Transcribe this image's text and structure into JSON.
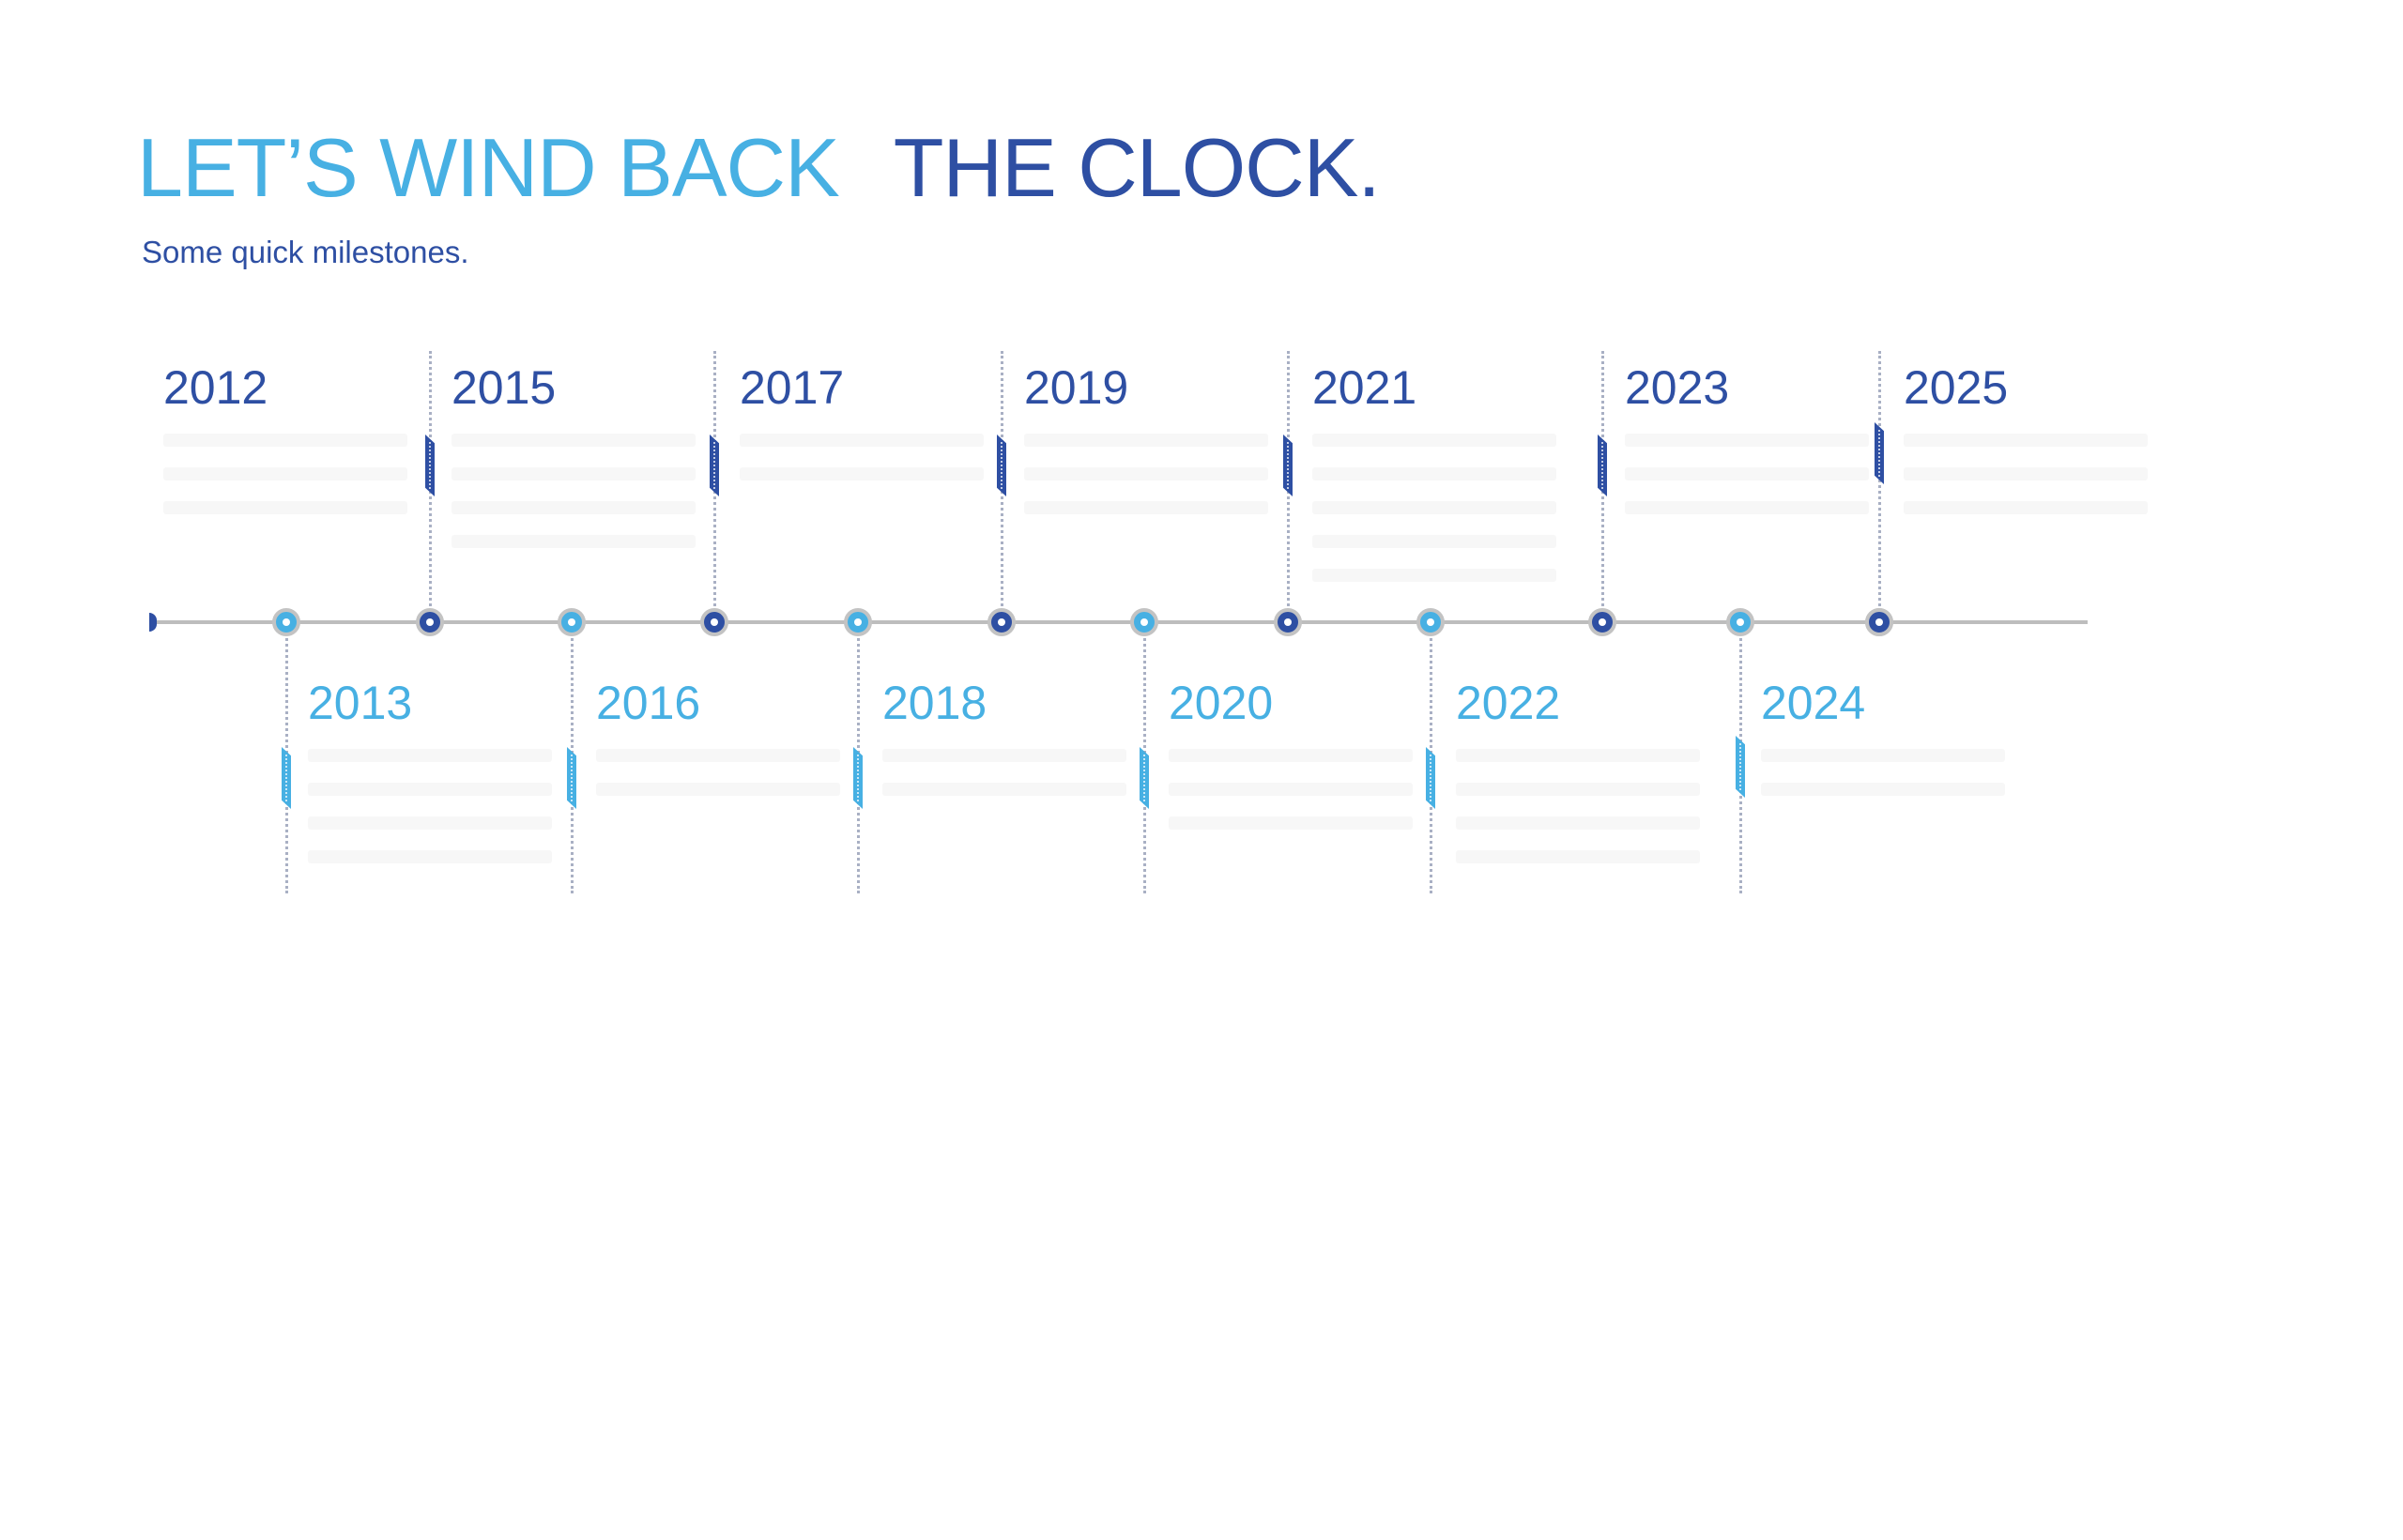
{
  "header": {
    "title_part1": "LET’S WIND BACK",
    "title_part2": "THE CLOCK.",
    "subtitle": "Some quick milestones."
  },
  "colors": {
    "light": "#47b0e3",
    "dark": "#2e4fa3",
    "axis": "#bdbdbd"
  },
  "timeline": {
    "top": [
      {
        "year": "2012",
        "lines": 3
      },
      {
        "year": "2015",
        "lines": 4
      },
      {
        "year": "2017",
        "lines": 2
      },
      {
        "year": "2019",
        "lines": 3
      },
      {
        "year": "2021",
        "lines": 5
      },
      {
        "year": "2023",
        "lines": 3
      },
      {
        "year": "2025",
        "lines": 3
      }
    ],
    "bottom": [
      {
        "year": "2013",
        "lines": 4
      },
      {
        "year": "2016",
        "lines": 2
      },
      {
        "year": "2018",
        "lines": 2
      },
      {
        "year": "2020",
        "lines": 3
      },
      {
        "year": "2022",
        "lines": 4
      },
      {
        "year": "2024",
        "lines": 2
      }
    ]
  }
}
